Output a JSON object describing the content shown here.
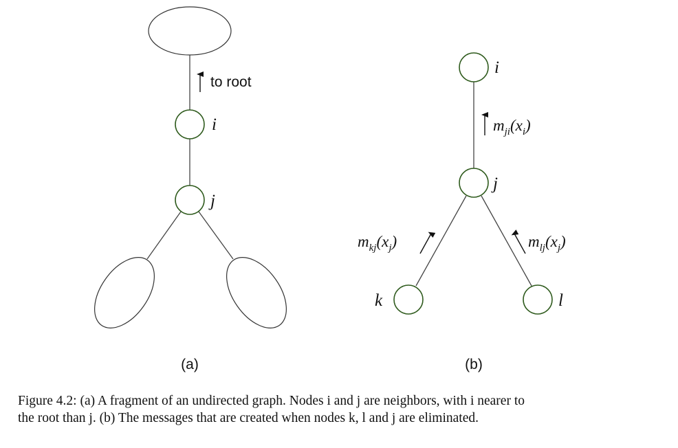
{
  "panel_a": {
    "to_root_label": "to root",
    "node_i_label": "i",
    "node_j_label": "j",
    "panel_label": "(a)"
  },
  "panel_b": {
    "node_i_label": "i",
    "node_j_label": "j",
    "node_k_label": "k",
    "node_l_label": "l",
    "msg_ji": {
      "m": "m",
      "sub": "ji",
      "arg": "(x",
      "argsub": "i",
      "close": ")"
    },
    "msg_kj": {
      "m": "m",
      "sub": "kj",
      "arg": "(x",
      "argsub": "j",
      "close": ")"
    },
    "msg_lj": {
      "m": "m",
      "sub": "lj",
      "arg": "(x",
      "argsub": "j",
      "close": ")"
    },
    "panel_label": "(b)"
  },
  "caption": {
    "line1": "Figure 4.2: (a) A fragment of an undirected graph. Nodes i and j are neighbors, with i nearer to",
    "line2": "the root than j. (b) The messages that are created when nodes k, l and j are eliminated."
  }
}
